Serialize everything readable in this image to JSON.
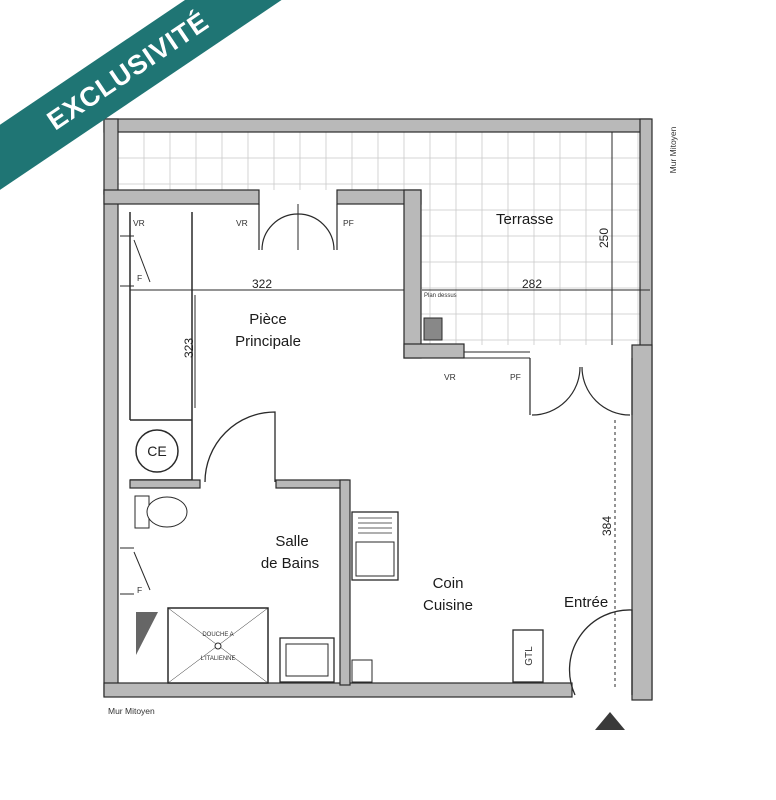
{
  "badge": {
    "text": "EXCLUSIVITÉ"
  },
  "rooms": {
    "terrasse": "Terrasse",
    "piece_line1": "Pièce",
    "piece_line2": "Principale",
    "salle_line1": "Salle",
    "salle_line2": "de Bains",
    "cuisine_line1": "Coin",
    "cuisine_line2": "Cuisine",
    "entree": "Entrée"
  },
  "dimensions": {
    "d322": "322",
    "d282": "282",
    "d323": "323",
    "d250": "250",
    "d384": "384"
  },
  "labels": {
    "vr1": "VR",
    "vr2": "VR",
    "vr3": "VR",
    "pf1": "PF",
    "pf2": "PF",
    "f1": "F",
    "f2": "F",
    "ce": "CE",
    "gtl": "GTL",
    "douche_line1": "DOUCHE A",
    "douche_line2": "L'ITALIENNE",
    "plan_dessus": "Plan dessus",
    "mur_mitoyen_bottom": "Mur Mitoyen",
    "mur_mitoyen_right": "Mur Mitoyen"
  },
  "colors": {
    "badge": "#1f7574",
    "wall_fill": "#b9b9b9",
    "line": "#2a2a2a"
  }
}
